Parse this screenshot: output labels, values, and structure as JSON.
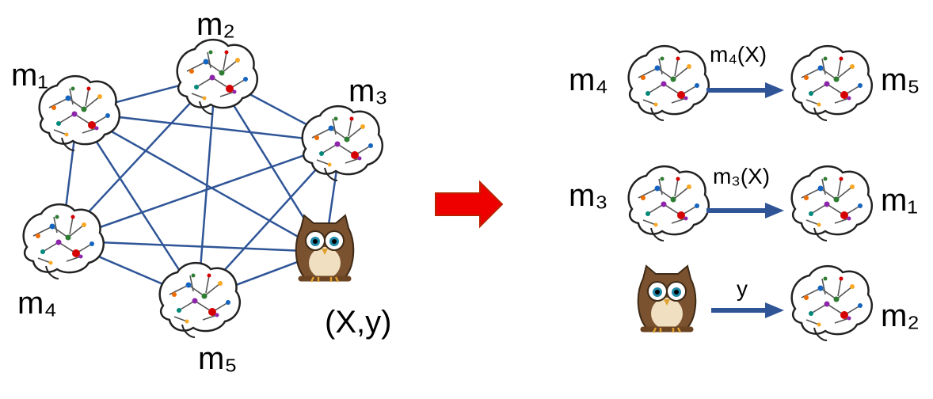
{
  "network": {
    "labels": {
      "m1": "m₁",
      "m2": "m₂",
      "m3": "m₃",
      "m4": "m₄",
      "m5": "m₅",
      "oracle": "(X,y)"
    },
    "nodes": [
      {
        "id": "m1",
        "icon": "brain-icon"
      },
      {
        "id": "m2",
        "icon": "brain-icon"
      },
      {
        "id": "m3",
        "icon": "brain-icon"
      },
      {
        "id": "m4",
        "icon": "brain-icon"
      },
      {
        "id": "m5",
        "icon": "brain-icon"
      },
      {
        "id": "oracle",
        "icon": "owl-icon"
      }
    ],
    "edges": [
      [
        "m1",
        "m2"
      ],
      [
        "m1",
        "m3"
      ],
      [
        "m1",
        "m4"
      ],
      [
        "m1",
        "m5"
      ],
      [
        "m1",
        "oracle"
      ],
      [
        "m2",
        "m3"
      ],
      [
        "m2",
        "m4"
      ],
      [
        "m2",
        "m5"
      ],
      [
        "m2",
        "oracle"
      ],
      [
        "m3",
        "m4"
      ],
      [
        "m3",
        "m5"
      ],
      [
        "m3",
        "oracle"
      ],
      [
        "m4",
        "m5"
      ],
      [
        "m4",
        "oracle"
      ],
      [
        "m5",
        "oracle"
      ]
    ],
    "edge_color": "#2f5597"
  },
  "transition_arrow": {
    "icon": "right-arrow-icon",
    "color": "#ee0000"
  },
  "routes": [
    {
      "from": "m4",
      "from_label": "m₄",
      "from_icon": "brain-icon",
      "message": "m₄(X)",
      "to": "m5",
      "to_label": "m₅",
      "to_icon": "brain-icon"
    },
    {
      "from": "m3",
      "from_label": "m₃",
      "from_icon": "brain-icon",
      "message": "m₃(X)",
      "to": "m1",
      "to_label": "m₁",
      "to_icon": "brain-icon"
    },
    {
      "from": "oracle",
      "from_icon": "owl-icon",
      "message": "y",
      "to": "m2",
      "to_label": "m₂",
      "to_icon": "brain-icon"
    }
  ],
  "arrow_color": "#2f5597"
}
